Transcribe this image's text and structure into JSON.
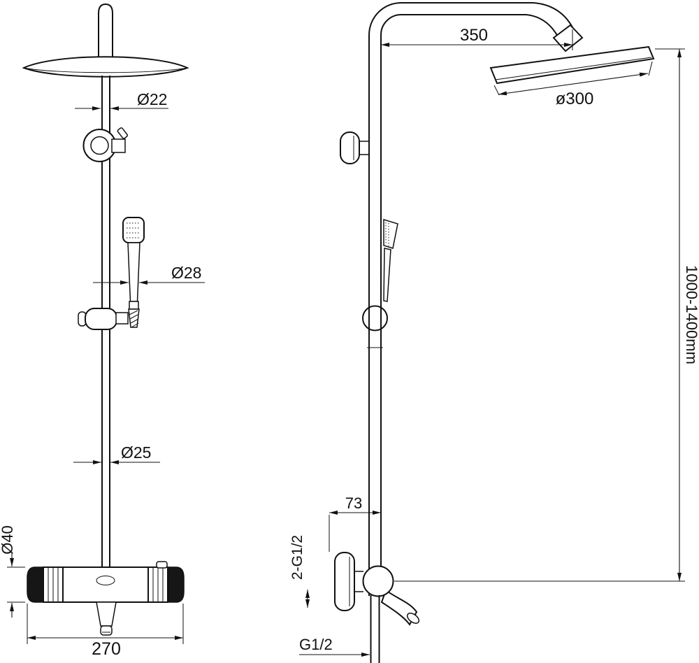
{
  "drawing": {
    "front_view": {
      "dim_upper_pipe": "Ø22",
      "dim_hand_shower": "Ø28",
      "dim_lower_pipe": "Ø25",
      "dim_valve_body": "Ø40",
      "dim_valve_width": "270"
    },
    "side_view": {
      "dim_arm_reach": "350",
      "dim_head_diameter": "ø300",
      "dim_height_range": "1000-1400mm",
      "dim_wall_distance": "73",
      "dim_inlet_threads": "2-G1/2",
      "dim_outlet_thread": "G1/2"
    }
  }
}
